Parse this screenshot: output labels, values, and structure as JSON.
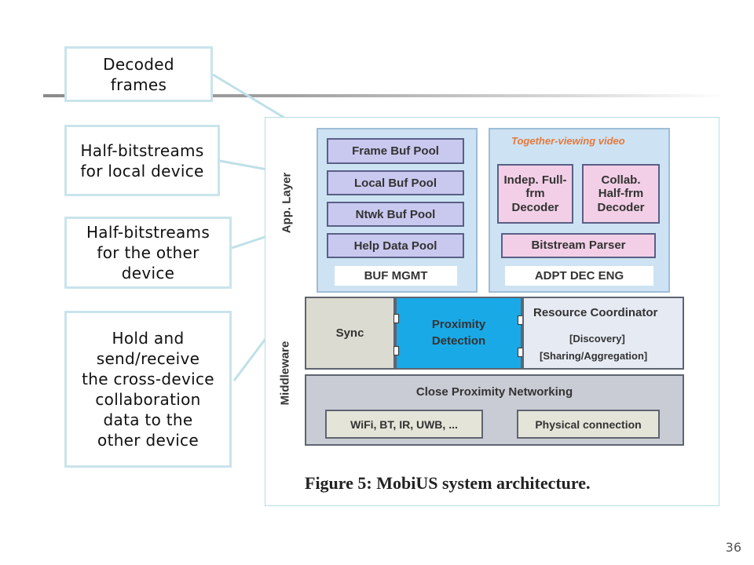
{
  "callouts": {
    "decoded": "Decoded frames",
    "half_local": "Half-bitstreams for local device",
    "half_other": "Half-bitstreams for the other device",
    "hold": "Hold and send/receive the cross-device collaboration data to the other device"
  },
  "figure": {
    "app_layer": "App. Layer",
    "middleware": "Middleware",
    "bufs": [
      "Frame Buf Pool",
      "Local Buf Pool",
      "Ntwk Buf Pool",
      "Help Data Pool"
    ],
    "buf_mgmt": "BUF MGMT",
    "together": "Together-viewing video",
    "indep": "Indep. Full-frm Decoder",
    "collab": "Collab. Half-frm Decoder",
    "parser": "Bitstream Parser",
    "adpt": "ADPT DEC ENG",
    "sync": "Sync",
    "prox": "Proximity Detection",
    "res_title": "Resource Coordinator",
    "res_disc": "[Discovery]",
    "res_share": "[Sharing/Aggregation]",
    "cpn": "Close Proximity Networking",
    "wifi": "WiFi, BT, IR, UWB, ...",
    "phys": "Physical connection",
    "caption": "Figure 5:  MobiUS system architecture."
  },
  "page_number": "36"
}
